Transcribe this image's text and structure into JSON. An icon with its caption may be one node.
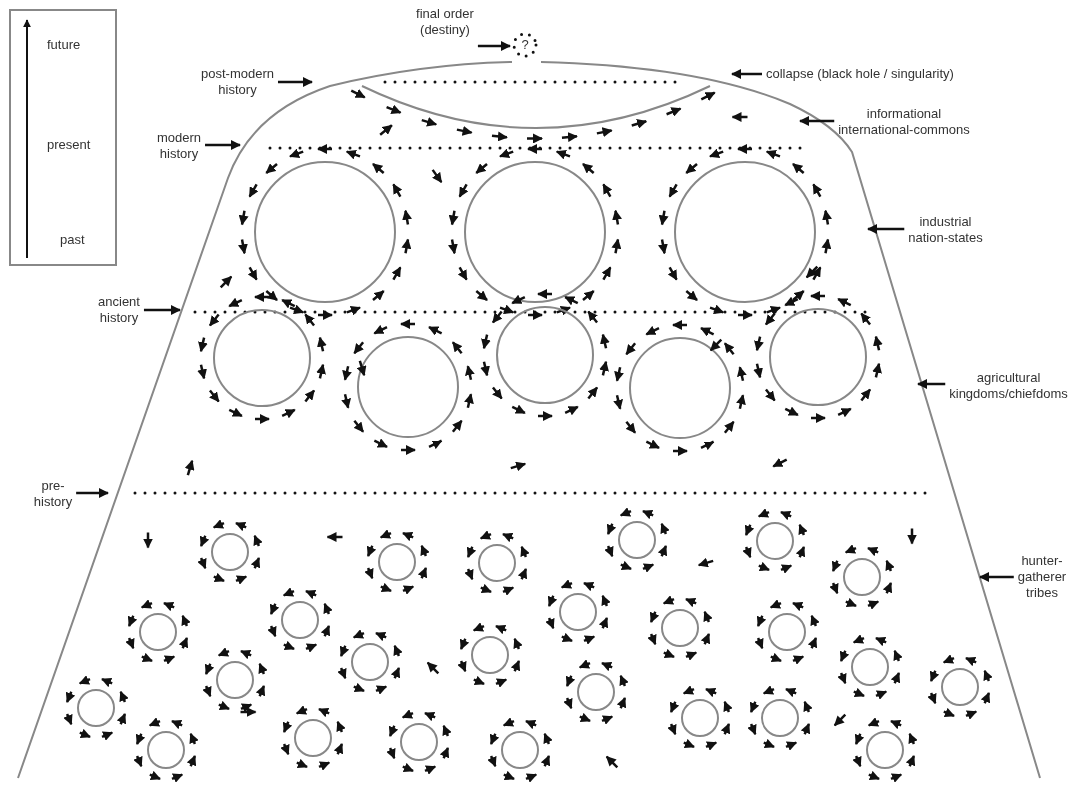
{
  "diagram": {
    "nodes": [
      {
        "text": [
          "final order (destiny)"
        ]
      },
      {
        "text": [
          "?"
        ]
      },
      {
        "text": [
          "post-modern history"
        ]
      },
      {
        "text": [
          "modern history"
        ]
      },
      {
        "text": [
          "ancient history"
        ]
      },
      {
        "text": [
          "pre-history"
        ]
      },
      {
        "text": [
          "collapse (black hole / singularity)"
        ]
      },
      {
        "text": [
          "informational international-commons"
        ]
      },
      {
        "text": [
          "industrial nation-states"
        ]
      },
      {
        "text": [
          "agricultural kingdoms/chiefdoms"
        ]
      },
      {
        "text": [
          "hunter-gatherer tribes"
        ]
      }
    ],
    "edges": [
      {
        "from": 0,
        "to": 1,
        "arrow": "to"
      },
      {
        "from": 2,
        "to": null,
        "arrow": "to"
      },
      {
        "from": 3,
        "to": null,
        "arrow": "to"
      },
      {
        "from": 4,
        "to": null,
        "arrow": "to"
      },
      {
        "from": 5,
        "to": null,
        "arrow": "to"
      },
      {
        "from": 6,
        "to": null,
        "arrow": "to"
      },
      {
        "from": 7,
        "to": null,
        "arrow": "to"
      },
      {
        "from": 8,
        "to": null,
        "arrow": "to"
      },
      {
        "from": 9,
        "to": null,
        "arrow": "to"
      },
      {
        "from": 10,
        "to": null,
        "arrow": "to"
      }
    ],
    "labels": [
      "future",
      "present",
      "past"
    ]
  }
}
